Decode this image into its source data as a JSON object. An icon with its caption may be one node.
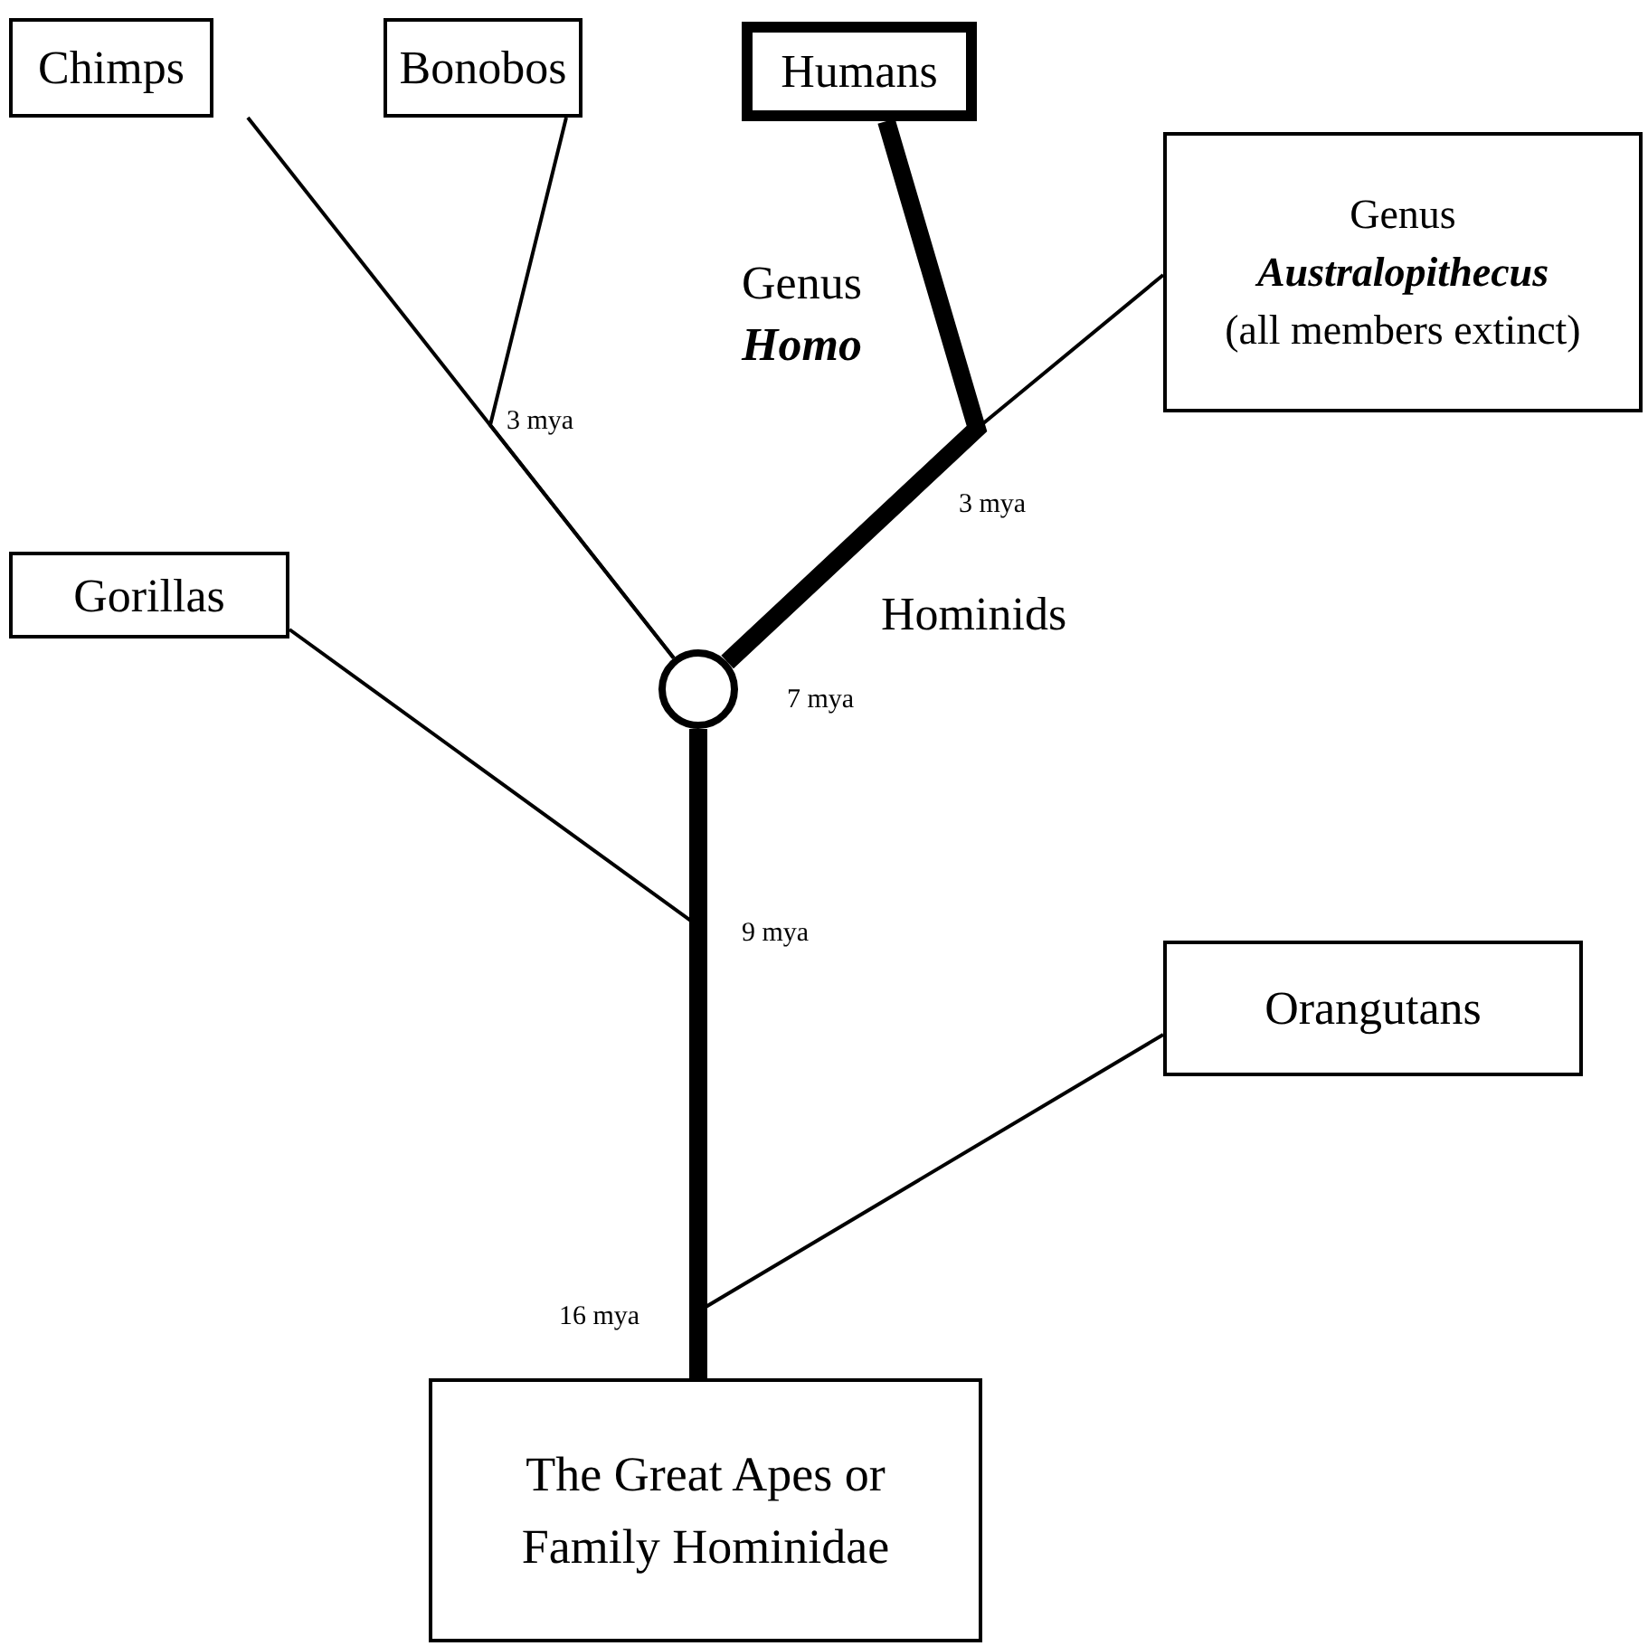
{
  "diagram": {
    "nodes": [
      {
        "text": [
          "Chimps"
        ]
      },
      {
        "text": [
          "Bonobos"
        ]
      },
      {
        "text": [
          "Humans"
        ]
      },
      {
        "text": [
          "Genus **Australopithecus** (all members extinct)"
        ]
      },
      {
        "text": [
          "Gorillas"
        ]
      },
      {
        "text": [],
        "shape": "circle"
      },
      {
        "text": [
          "Orangutans"
        ]
      },
      {
        "text": [
          "The Great Apes or Family Hominidae"
        ]
      }
    ],
    "edges": [
      {
        "from": 0,
        "to": 5,
        "arrow": "none"
      },
      {
        "from": 1,
        "to": 5,
        "arrow": "none"
      },
      {
        "from": 2,
        "to": 5,
        "arrow": "none",
        "style": "thick"
      },
      {
        "from": 3,
        "to": 5,
        "arrow": "none"
      },
      {
        "from": 5,
        "to": 7,
        "arrow": "none",
        "style": "thick"
      },
      {
        "from": 4,
        "to": 7,
        "arrow": "none"
      },
      {
        "from": 6,
        "to": 7,
        "arrow": "none"
      }
    ],
    "labels": [
      "Genus **Homo**",
      "3 mya",
      "3 mya",
      "Hominids",
      "7 mya",
      "9 mya",
      "16 mya"
    ]
  }
}
